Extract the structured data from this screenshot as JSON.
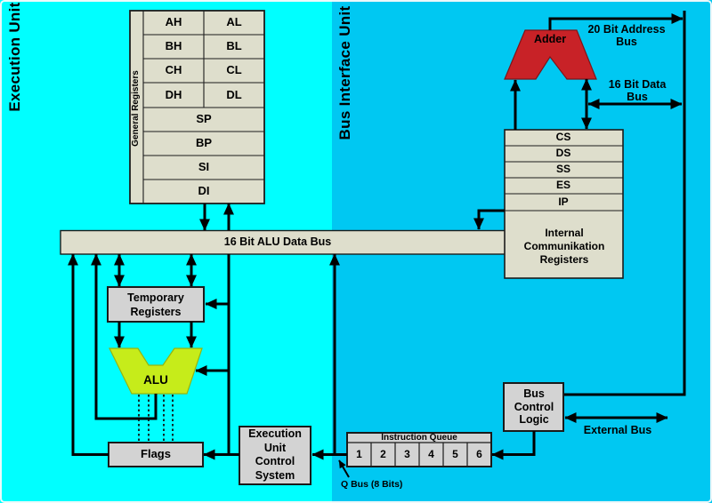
{
  "unit_labels": {
    "execution": "Execution Unit",
    "bus_interface": "Bus Interface Unit"
  },
  "general_registers": {
    "label": "General Registers",
    "pairs": [
      [
        "AH",
        "AL"
      ],
      [
        "BH",
        "BL"
      ],
      [
        "CH",
        "CL"
      ],
      [
        "DH",
        "DL"
      ]
    ],
    "wide": [
      "SP",
      "BP",
      "SI",
      "DI"
    ]
  },
  "alu_data_bus_label": "16 Bit ALU Data Bus",
  "segment_registers": [
    "CS",
    "DS",
    "SS",
    "ES",
    "IP"
  ],
  "internal_comm_registers_label": "Internal\nCommunikation\nRegisters",
  "adder_label": "Adder",
  "address_bus_label": "20 Bit Address\nBus",
  "data_bus_label": "16 Bit Data\nBus",
  "temporary_registers_label": "Temporary\nRegisters",
  "alu_label": "ALU",
  "flags_label": "Flags",
  "eu_control_label": "Execution\nUnit\nControl\nSystem",
  "bus_control_label": "Bus\nControl\nLogic",
  "external_bus_label": "External Bus",
  "instruction_queue": {
    "label": "Instruction Queue",
    "cells": [
      "1",
      "2",
      "3",
      "4",
      "5",
      "6"
    ]
  },
  "q_bus_label": "Q Bus (8 Bits)",
  "colors": {
    "execution_unit_bg": "#00FFFF",
    "bus_interface_bg": "#00C8F2",
    "register_box_fill": "#DEDECC",
    "gray_box_fill": "#D3D3D3",
    "adder_fill": "#C82227",
    "alu_fill": "#C6EC1A",
    "line": "#000000"
  }
}
